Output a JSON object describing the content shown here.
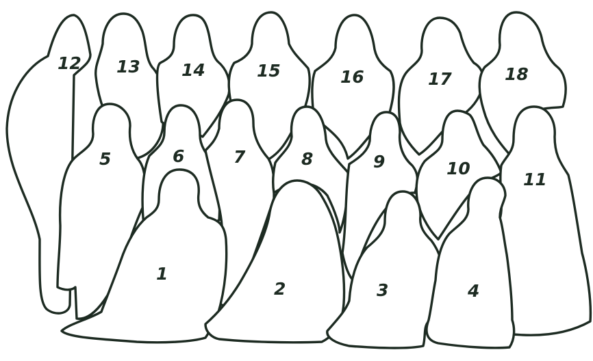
{
  "figure_labels": {
    "1": "1",
    "2": "2",
    "3": "3",
    "4": "4",
    "5": "5",
    "6": "6",
    "7": "7",
    "8": "8",
    "9": "9",
    "10": "10",
    "11": "11",
    "12": "12",
    "13": "13",
    "14": "14",
    "15": "15",
    "16": "16",
    "17": "17",
    "18": "18"
  },
  "colors": {
    "outline": "#1d2b22",
    "fill": "#ffffff",
    "background": "#ffffff"
  }
}
